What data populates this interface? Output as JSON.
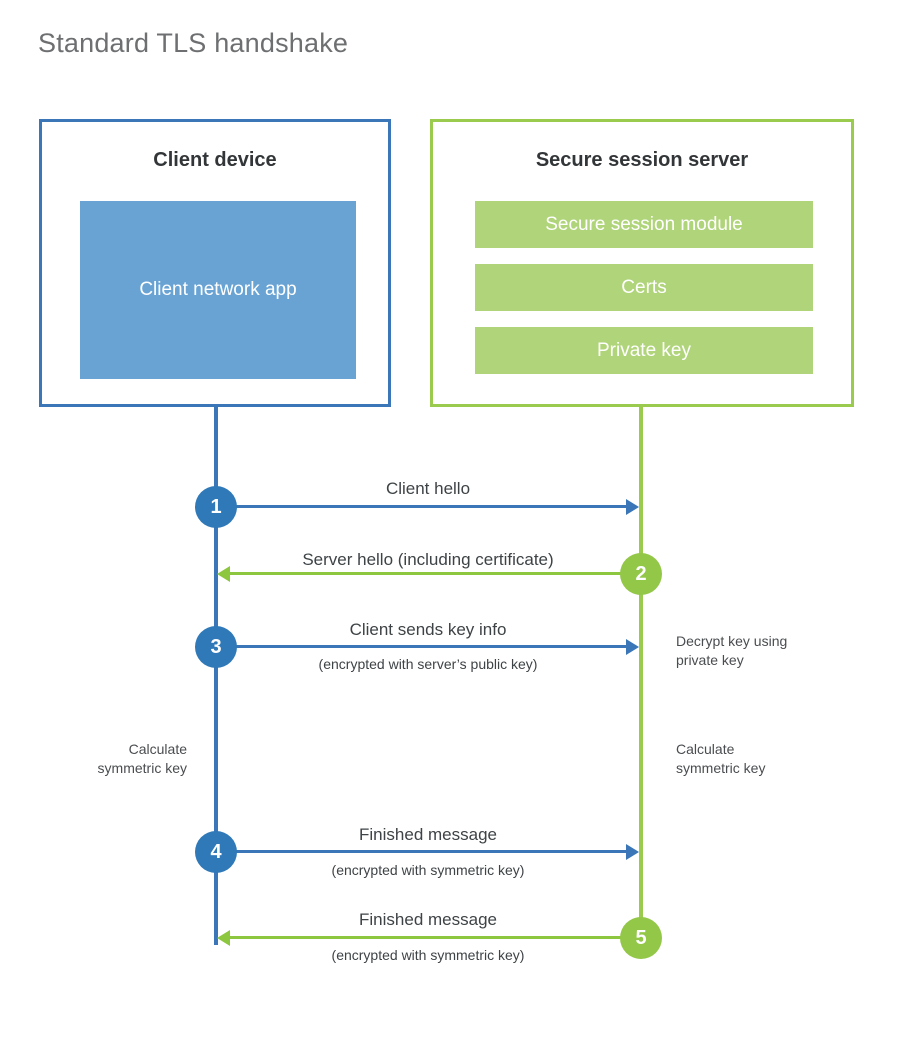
{
  "title": "Standard TLS handshake",
  "client": {
    "box_title": "Client device",
    "app_label": "Client network app",
    "border_color": "#3a76b8",
    "fill_color": "#68a3d4"
  },
  "server": {
    "box_title": "Secure session server",
    "border_color": "#9acb4f",
    "fill_color": "#b0d47a",
    "bars": [
      {
        "label": "Secure session module"
      },
      {
        "label": "Certs"
      },
      {
        "label": "Private key"
      }
    ]
  },
  "steps": [
    {
      "number": "1",
      "label": "Client hello",
      "sub": "",
      "direction": "client-to-server",
      "color": "#2f79b8"
    },
    {
      "number": "2",
      "label": "Server hello (including certificate)",
      "sub": "",
      "direction": "server-to-client",
      "color": "#93c748"
    },
    {
      "number": "3",
      "label": "Client sends key info",
      "sub": "(encrypted with server’s public key)",
      "direction": "client-to-server",
      "color": "#2f79b8"
    },
    {
      "number": "4",
      "label": "Finished message",
      "sub": "(encrypted with symmetric key)",
      "direction": "client-to-server",
      "color": "#2f79b8"
    },
    {
      "number": "5",
      "label": "Finished message",
      "sub": "(encrypted with symmetric key)",
      "direction": "server-to-client",
      "color": "#93c748"
    }
  ],
  "notes": {
    "server_decrypt": "Decrypt key using\nprivate key",
    "client_calculate": "Calculate\nsymmetric key",
    "server_calculate": "Calculate\nsymmetric key"
  }
}
